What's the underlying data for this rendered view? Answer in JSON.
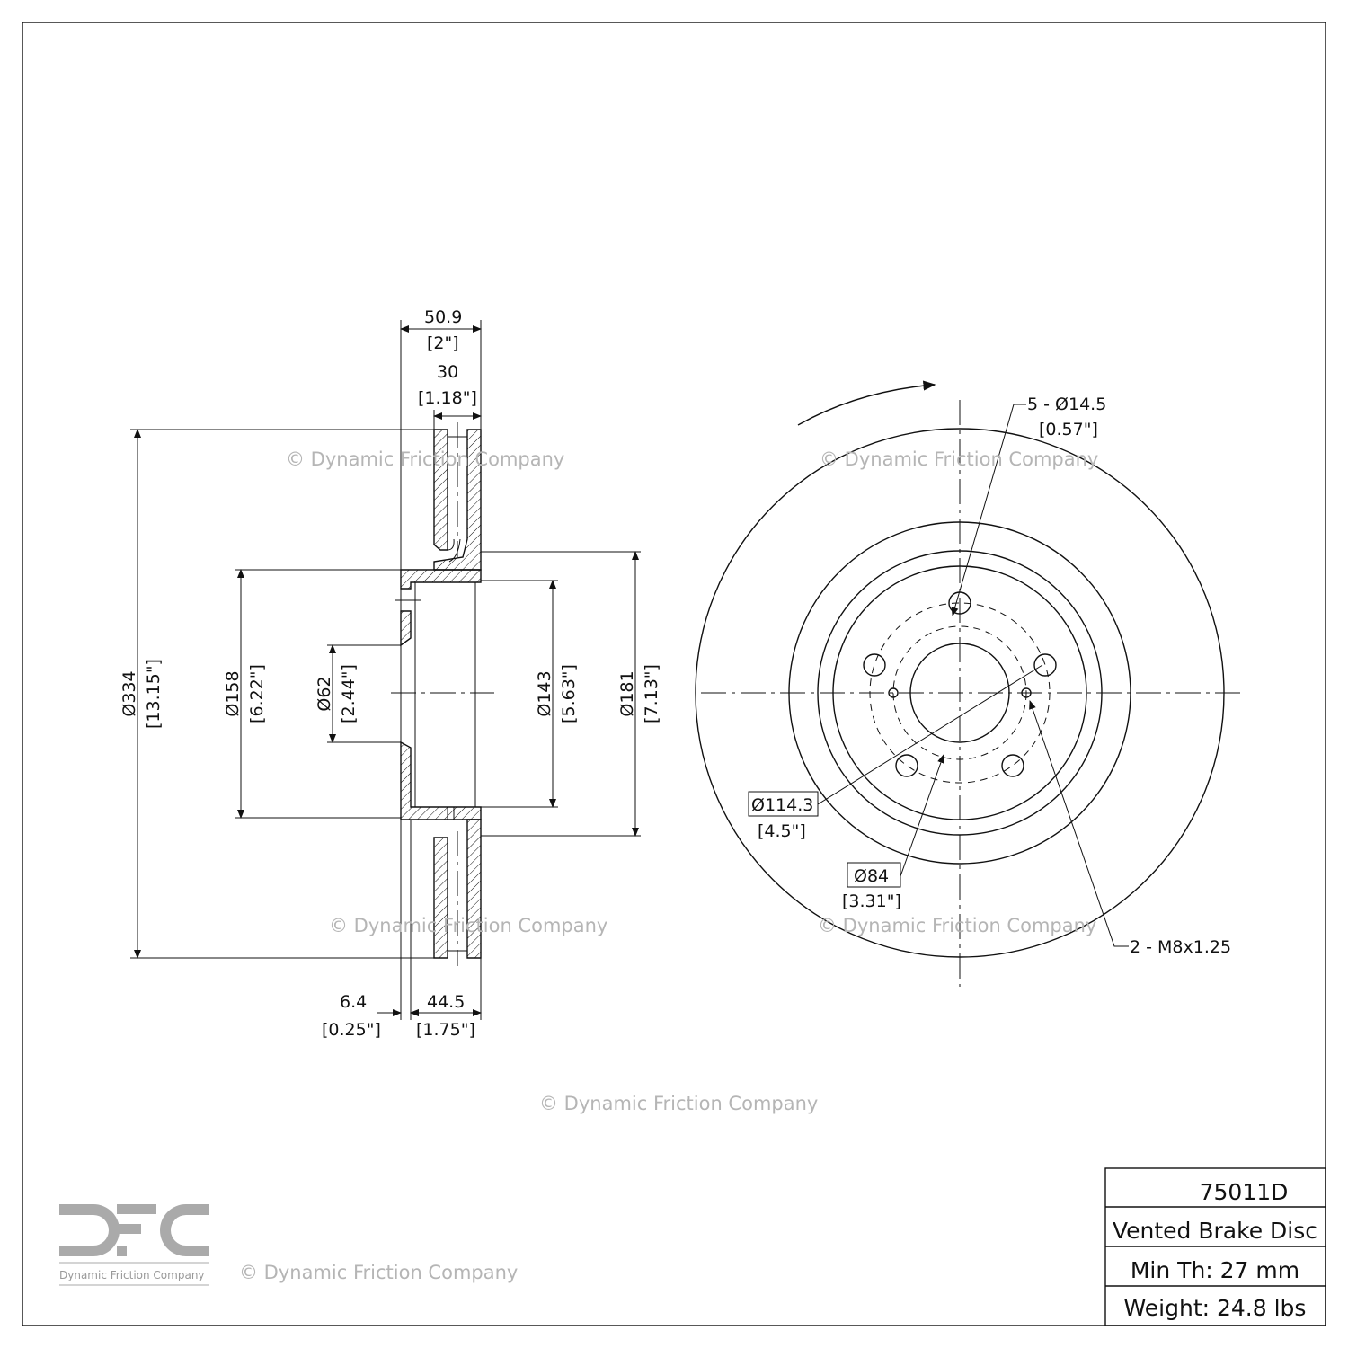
{
  "dimensions": {
    "overall_width": {
      "mm": "50.9",
      "in": "[2\"]"
    },
    "disc_thickness": {
      "mm": "30",
      "in": "[1.18\"]"
    },
    "outer_diameter": {
      "mm": "Ø334",
      "in": "[13.15\"]"
    },
    "hat_diameter": {
      "mm": "Ø158",
      "in": "[6.22\"]"
    },
    "center_bore": {
      "mm": "Ø62",
      "in": "[2.44\"]"
    },
    "inner_hat_diameter": {
      "mm": "Ø143",
      "in": "[5.63\"]"
    },
    "hat_outer_diameter": {
      "mm": "Ø181",
      "in": "[7.13\"]"
    },
    "hat_face_thickness": {
      "mm": "6.4",
      "in": "[0.25\"]"
    },
    "hat_depth": {
      "mm": "44.5",
      "in": "[1.75\"]"
    },
    "bolt_holes": {
      "mm": "5 - Ø14.5",
      "in": "[0.57\"]"
    },
    "bolt_circle": {
      "mm": "Ø114.3",
      "in": "[4.5\"]"
    },
    "pilot_circle": {
      "mm": "Ø84",
      "in": "[3.31\"]"
    },
    "threaded_holes": "2 - M8x1.25"
  },
  "watermark": "© Dynamic Friction Company",
  "logo": {
    "letters": "DFC",
    "name": "Dynamic Friction Company"
  },
  "info_table": {
    "part_number": "75011D",
    "type": "Vented Brake Disc",
    "min_thickness": "Min Th: 27 mm",
    "weight": "Weight: 24.8 lbs"
  }
}
